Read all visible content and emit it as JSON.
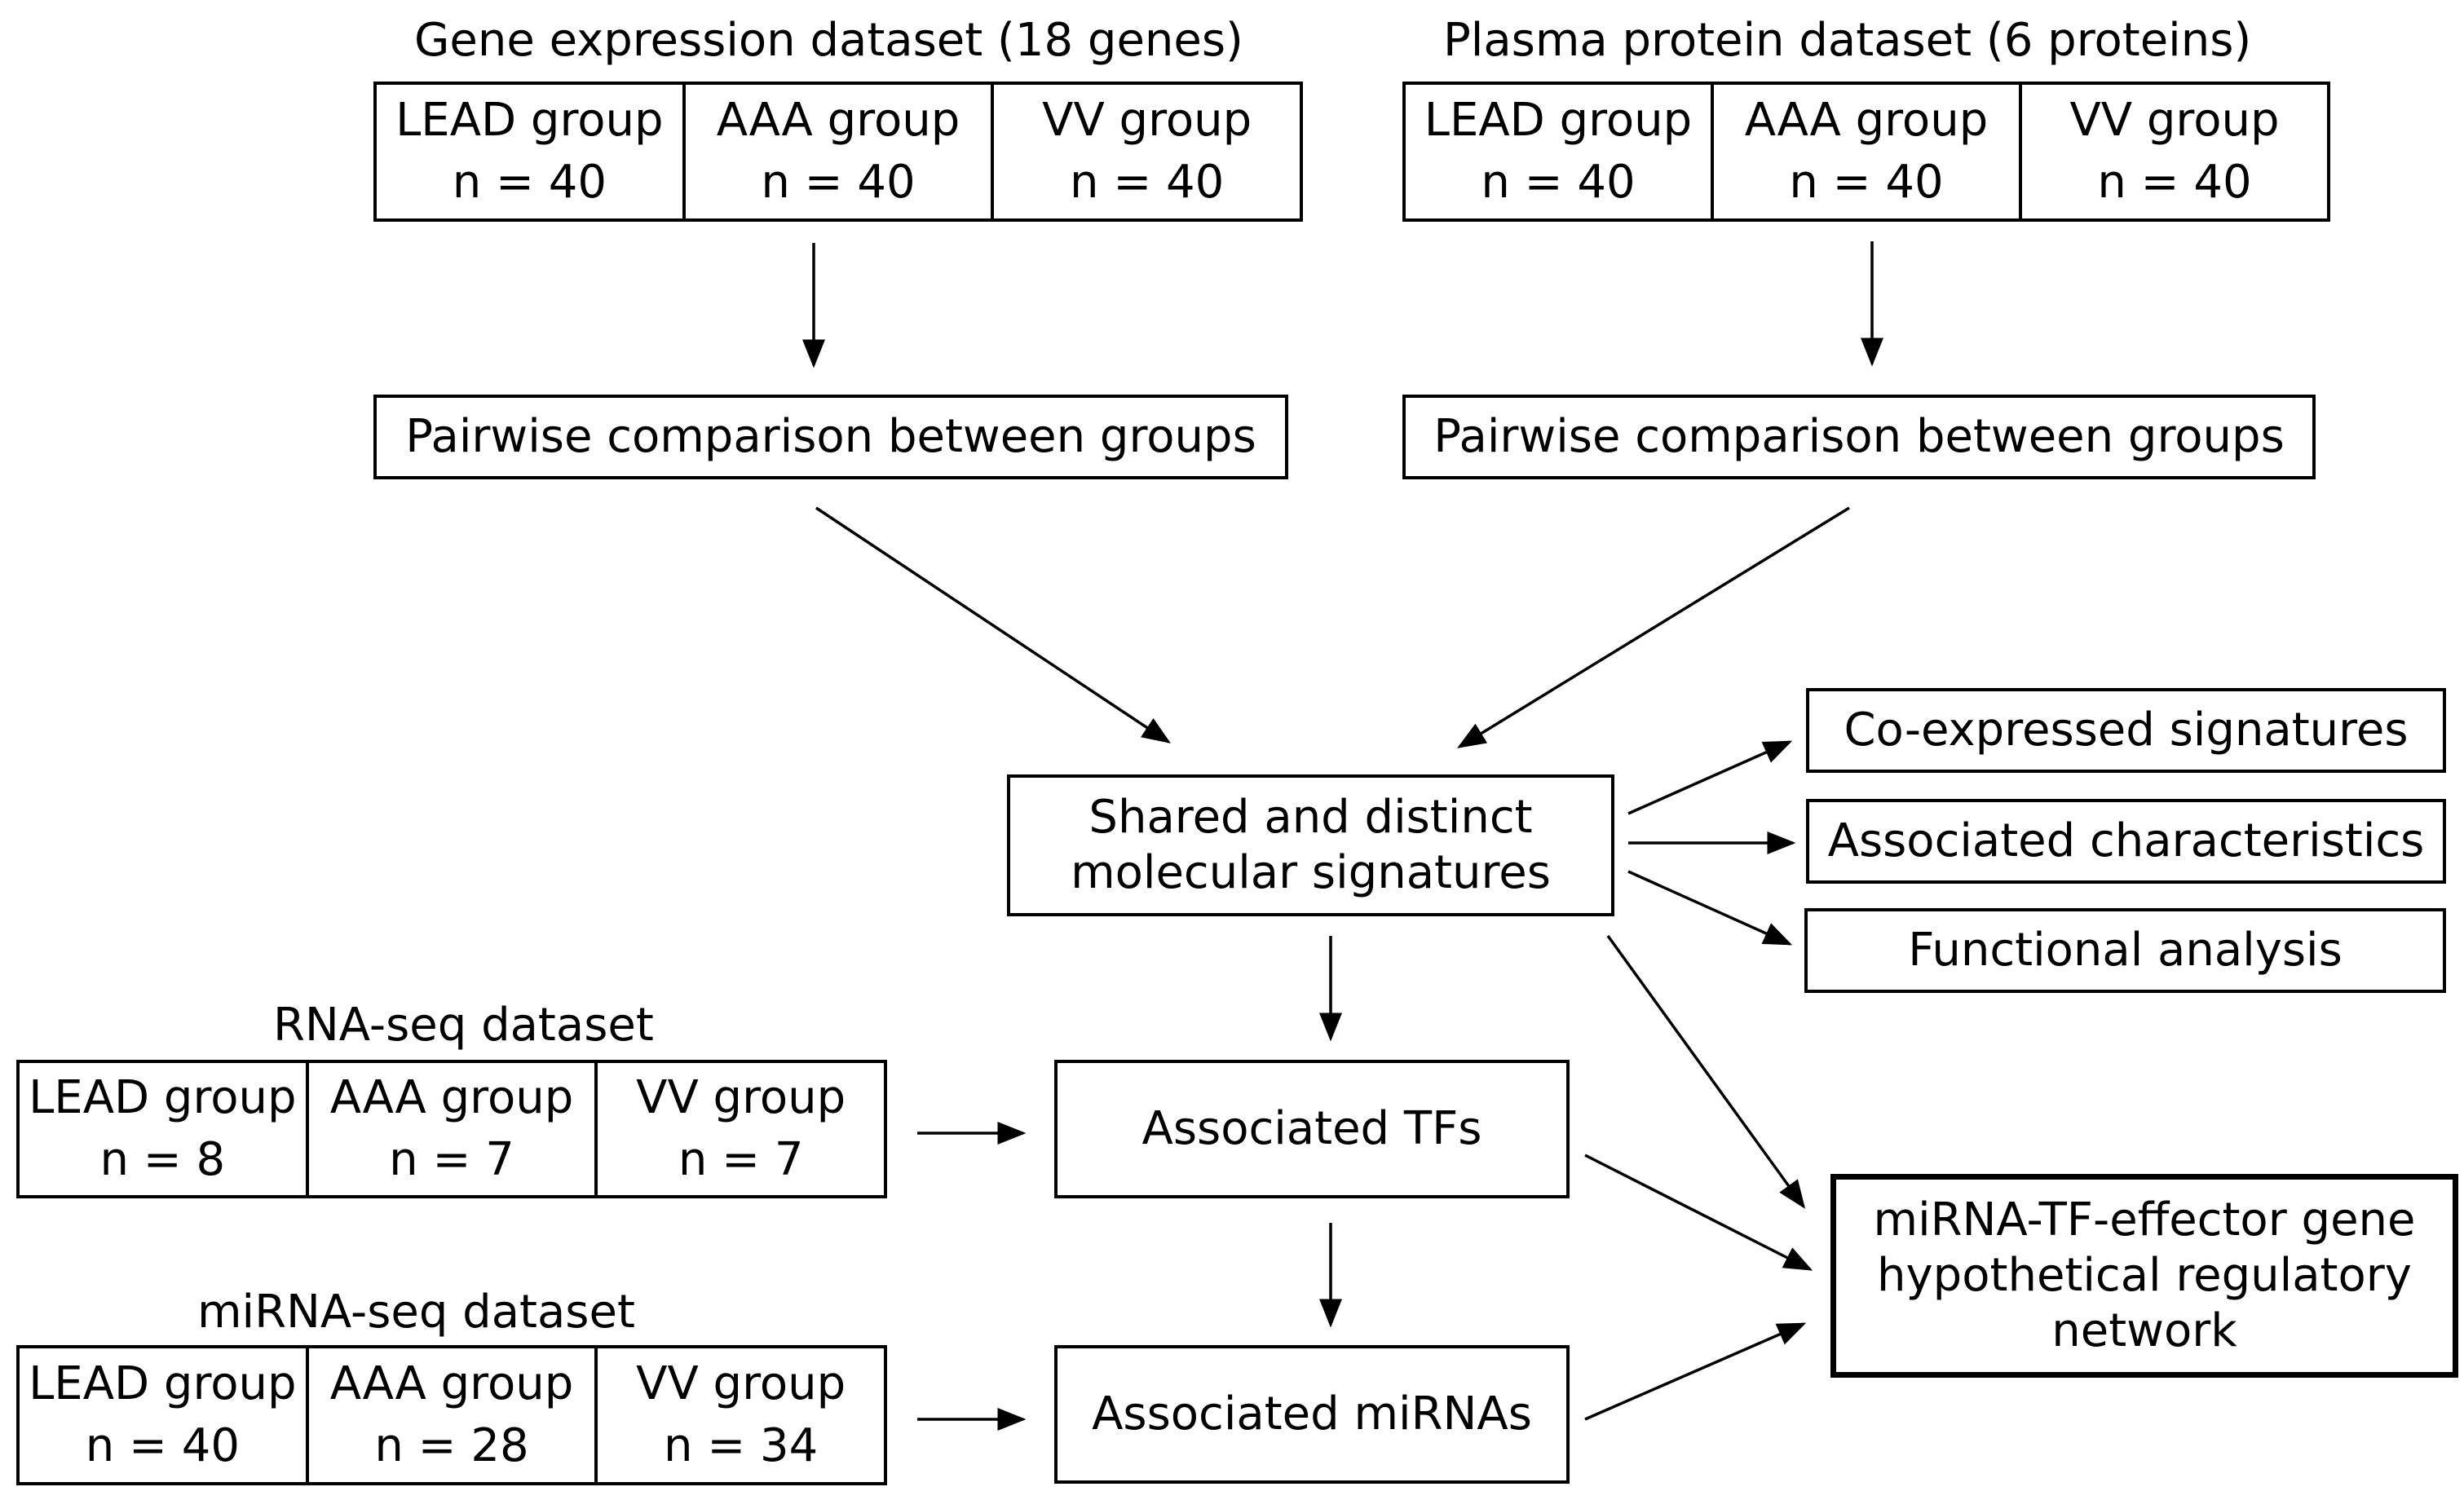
{
  "gene_dataset": {
    "title": "Gene expression dataset (18 genes)",
    "groups": [
      {
        "name": "LEAD group",
        "n": "n = 40"
      },
      {
        "name": "AAA group",
        "n": "n = 40"
      },
      {
        "name": "VV group",
        "n": "n = 40"
      }
    ],
    "comparison": "Pairwise comparison between groups"
  },
  "protein_dataset": {
    "title": "Plasma protein dataset (6 proteins)",
    "groups": [
      {
        "name": "LEAD group",
        "n": "n = 40"
      },
      {
        "name": "AAA group",
        "n": "n = 40"
      },
      {
        "name": "VV group",
        "n": "n = 40"
      }
    ],
    "comparison": "Pairwise comparison between groups"
  },
  "signatures": "Shared and distinct\nmolecular signatures",
  "outputs": {
    "coexpressed": "Co-expressed signatures",
    "characteristics": "Associated characteristics",
    "functional": "Functional analysis"
  },
  "rnaseq_dataset": {
    "title": "RNA-seq dataset",
    "groups": [
      {
        "name": "LEAD group",
        "n": "n = 8"
      },
      {
        "name": "AAA group",
        "n": "n = 7"
      },
      {
        "name": "VV group",
        "n": "n = 7"
      }
    ]
  },
  "mirnaseq_dataset": {
    "title": "miRNA-seq dataset",
    "groups": [
      {
        "name": "LEAD group",
        "n": "n = 40"
      },
      {
        "name": "AAA group",
        "n": "n = 28"
      },
      {
        "name": "VV group",
        "n": "n = 34"
      }
    ]
  },
  "tfs": "Associated TFs",
  "mirnas": "Associated miRNAs",
  "network": "miRNA-TF-effector gene\nhypothetical regulatory\nnetwork"
}
